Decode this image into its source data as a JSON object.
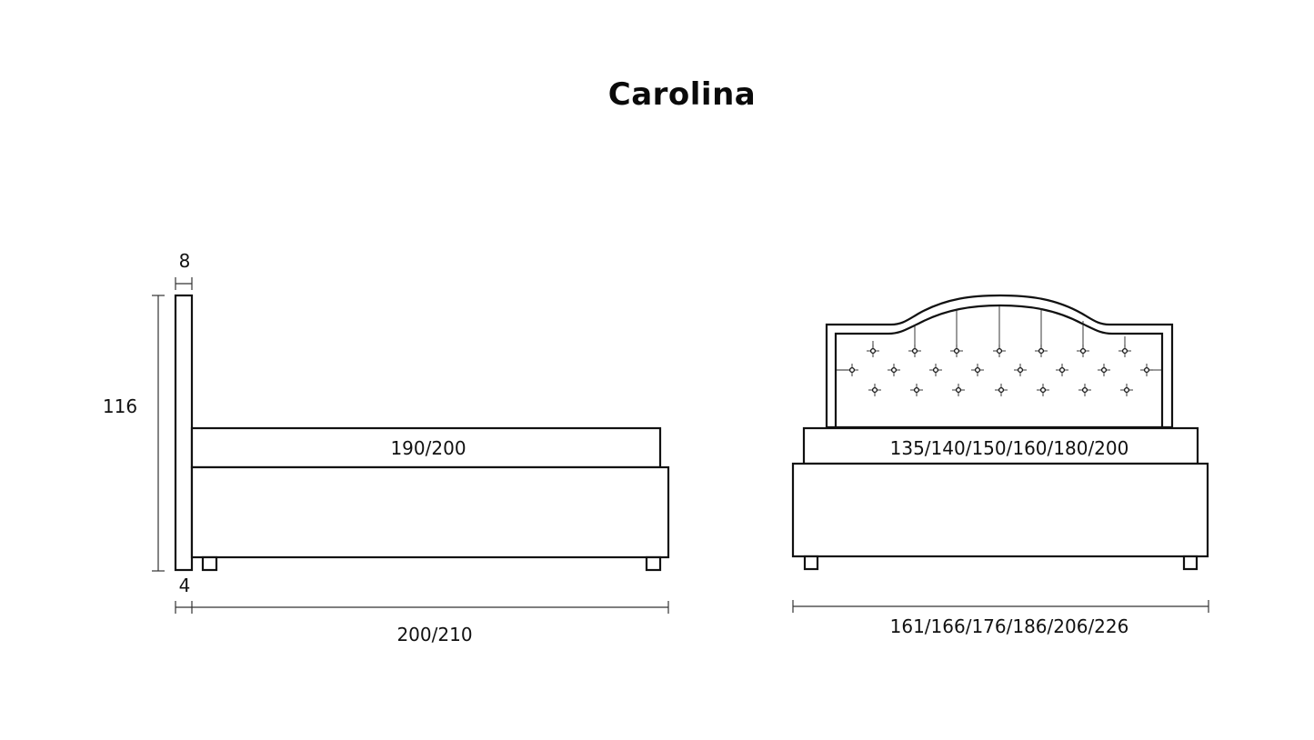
{
  "title": "Carolina",
  "side_view": {
    "headboard_thickness": "8",
    "total_height": "116",
    "leg_gap": "4",
    "mattress_length": "190/200",
    "total_length": "200/210"
  },
  "front_view": {
    "mattress_width": "135/140/150/160/180/200",
    "total_width": "161/166/176/186/206/226"
  },
  "colors": {
    "line": "#111111",
    "background": "#ffffff"
  }
}
